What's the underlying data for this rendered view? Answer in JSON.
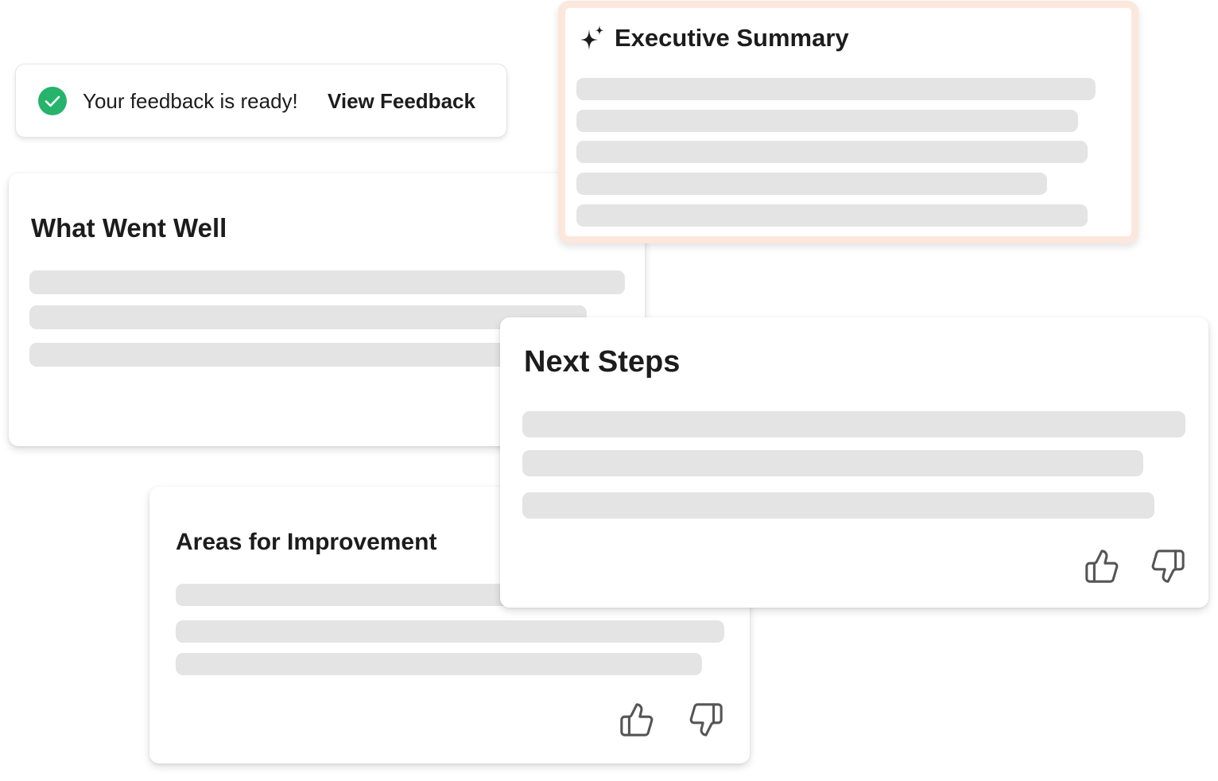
{
  "toast": {
    "message": "Your feedback is ready!",
    "link_label": "View Feedback",
    "check_icon": "check-circle-icon",
    "check_color": "#26b36b"
  },
  "cards": {
    "what_went_well": {
      "title": "What Went Well"
    },
    "executive_summary": {
      "title": "Executive Summary",
      "icon": "sparkle-icon",
      "border_color": "#fce7dc"
    },
    "next_steps": {
      "title": "Next Steps",
      "icons": [
        "thumbs-up-icon",
        "thumbs-down-icon"
      ]
    },
    "areas_for_improvement": {
      "title": "Areas for Improvement",
      "icons": [
        "thumbs-up-icon",
        "thumbs-down-icon"
      ]
    }
  },
  "colors": {
    "placeholder_bar": "#e4e4e4",
    "text": "#1c1c1c",
    "icon_stroke": "#555555"
  }
}
